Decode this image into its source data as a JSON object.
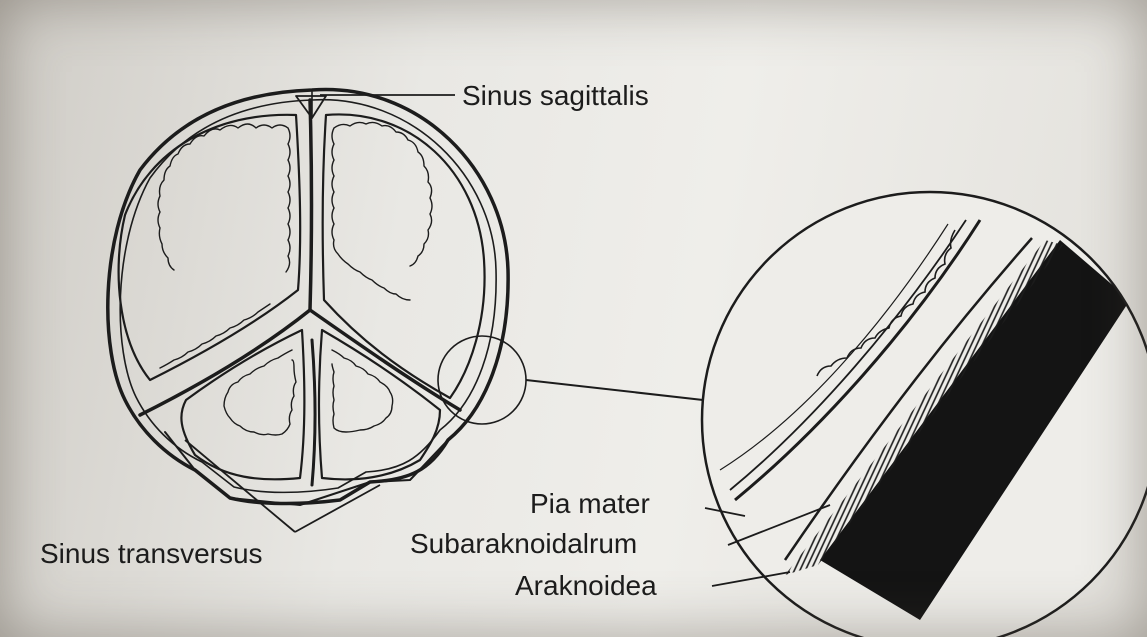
{
  "labels": {
    "sinus_sagittalis": "Sinus sagittalis",
    "sinus_transversus": "Sinus transversus",
    "pia_mater": "Pia mater",
    "subaraknoidalrum": "Subaraknoidalrum",
    "araknoidea": "Araknoidea"
  },
  "colors": {
    "ink": "#1c1c1c",
    "paper": "#e9e8e4"
  }
}
